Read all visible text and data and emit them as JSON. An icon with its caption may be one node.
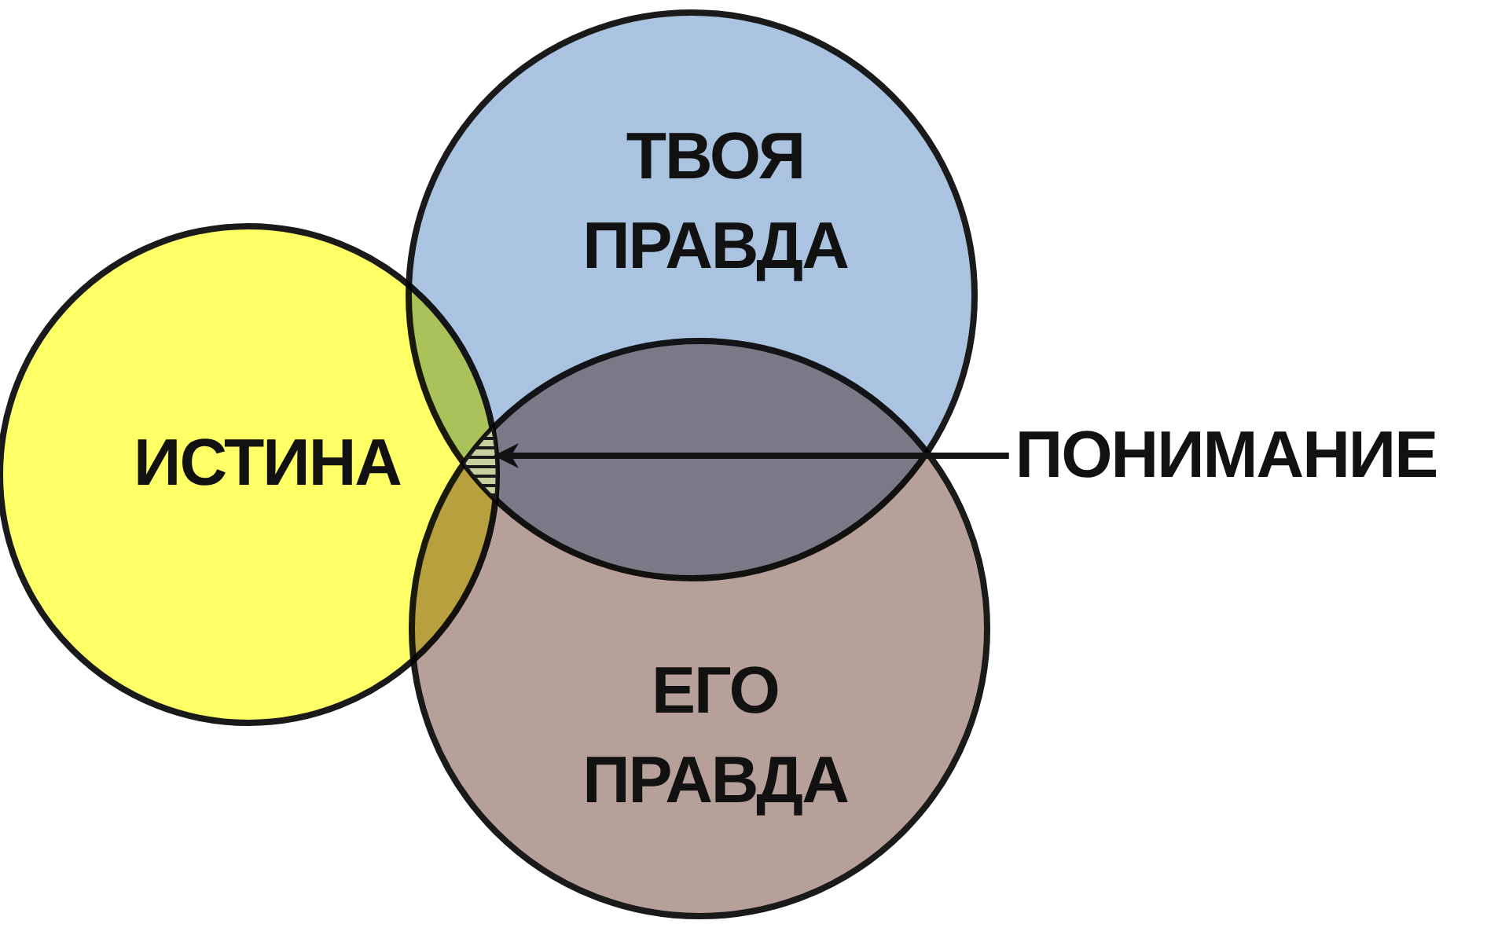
{
  "diagram": {
    "nodes": [
      {
        "text": [
          "ИСТИНА"
        ]
      },
      {
        "text": [
          "ТВОЯ ПРАВДА"
        ]
      },
      {
        "text": [
          "ЕГО ПРАВДА"
        ]
      },
      {
        "text": [
          "ПОНИМАНИЕ"
        ]
      },
      {
        "text": [],
        "shape": "hatched"
      }
    ],
    "edges": [
      {
        "from": 3,
        "to": 4,
        "arrow": "to"
      }
    ]
  }
}
